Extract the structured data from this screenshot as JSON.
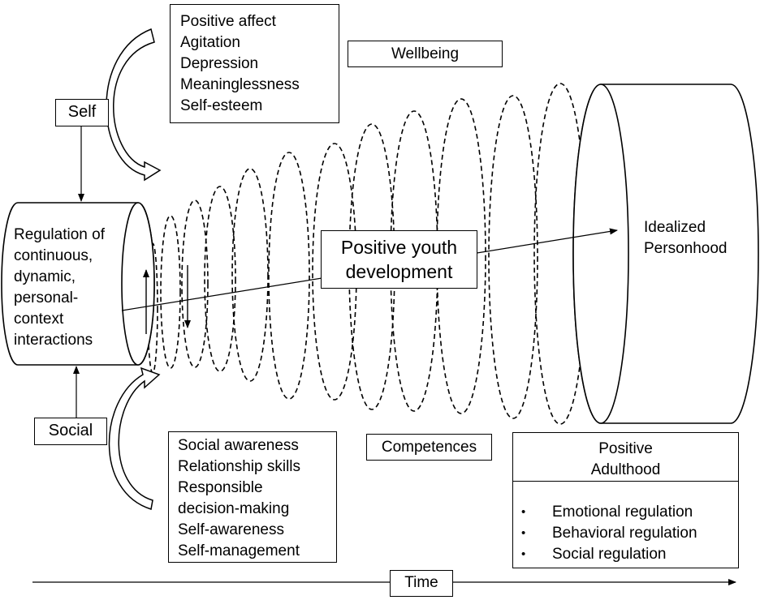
{
  "self_label": "Self",
  "social_label": "Social",
  "self_list": [
    "Positive affect",
    "Agitation",
    "Depression",
    "Meaninglessness",
    "Self-esteem"
  ],
  "wellbeing_label": "Wellbeing",
  "regulation_lines": [
    "Regulation of",
    "continuous,",
    "dynamic,",
    "personal-",
    "context",
    "interactions"
  ],
  "pyd_lines": [
    "Positive youth",
    "development"
  ],
  "idealized_lines": [
    "Idealized",
    "Personhood"
  ],
  "social_list": [
    "Social awareness",
    "Relationship skills",
    "Responsible",
    "decision-making",
    "Self-awareness",
    "Self-management"
  ],
  "competences_label": "Competences",
  "adulthood_title": [
    "Positive",
    "Adulthood"
  ],
  "adulthood_items": [
    "Emotional regulation",
    "Behavioral regulation",
    "Social regulation"
  ],
  "time_label": "Time"
}
